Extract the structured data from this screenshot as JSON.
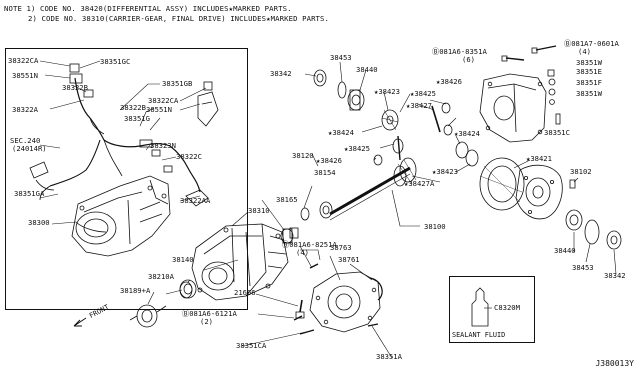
{
  "notes": {
    "line1": "NOTE 1) CODE NO. 38420(DIFFERENTIAL ASSY) INCLUDES★MARKED PARTS.",
    "line2": "2) CODE NO. 38310(CARRIER-GEAR, FINAL DRIVE) INCLUDES★MARKED PARTS."
  },
  "labels": {
    "l38322CA_a": "38322CA",
    "l38351GC": "38351GC",
    "l38551N_a": "38551N",
    "l38322B_a": "38322B",
    "l38351GB": "38351GB",
    "l38322A": "38322A",
    "l38322CA_b": "38322CA",
    "l38322B_b": "38322B",
    "l38551N_b": "38551N",
    "l38351G": "38351G",
    "lSEC240": "SEC.240",
    "lSEC240b": "(24014R)",
    "l38323N": "38323N",
    "l38322C": "38322C",
    "l38351GA": "38351GA",
    "l38322AA": "38322AA",
    "l38300": "38300",
    "l38342_a": "38342",
    "l38453_a": "38453",
    "l38440_a": "38440",
    "l38423_a": "★38423",
    "l38425_a": "★38425",
    "l38424_a": "★38424",
    "l38427": "★38427",
    "l38424_b": "★38424",
    "l38425_b": "★38425",
    "l38426_a": "★38426",
    "l38426_b": "★38426",
    "l38423_b": "★38423",
    "l38427A": "★38427A",
    "l38421": "★38421",
    "l081A6_8351A": "Ⓑ081A6-8351A",
    "l081A6_8351A_q": "(6)",
    "l081A7_0601A": "Ⓑ081A7-0601A",
    "l081A7_0601A_q": "(4)",
    "l38351W_a": "38351W",
    "l38351E": "38351E",
    "l38351F": "38351F",
    "l38351W_b": "38351W",
    "l38351C": "38351C",
    "l38120": "38120",
    "l38154": "38154",
    "l38165": "38165",
    "l38310": "38310",
    "l38100": "38100",
    "l38102": "38102",
    "l38440_b": "38440",
    "l38453_b": "38453",
    "l38342_b": "38342",
    "l38140": "38140",
    "l38210A": "38210A",
    "l38189A": "38189+A",
    "l081A6_8251A": "Ⓑ081A6-8251A",
    "l081A6_8251A_q": "(4)",
    "l38763": "38763",
    "l38761": "38761",
    "l21666": "21666",
    "l081A6_6121A": "Ⓑ081A6-6121A",
    "l081A6_6121A_q": "(2)",
    "l38351CA": "38351CA",
    "l38351A": "38351A",
    "lC8320M": "C8320M",
    "sealant": "SEALANT FLUID",
    "front": "FRONT",
    "figure_code": "J380013Y"
  }
}
